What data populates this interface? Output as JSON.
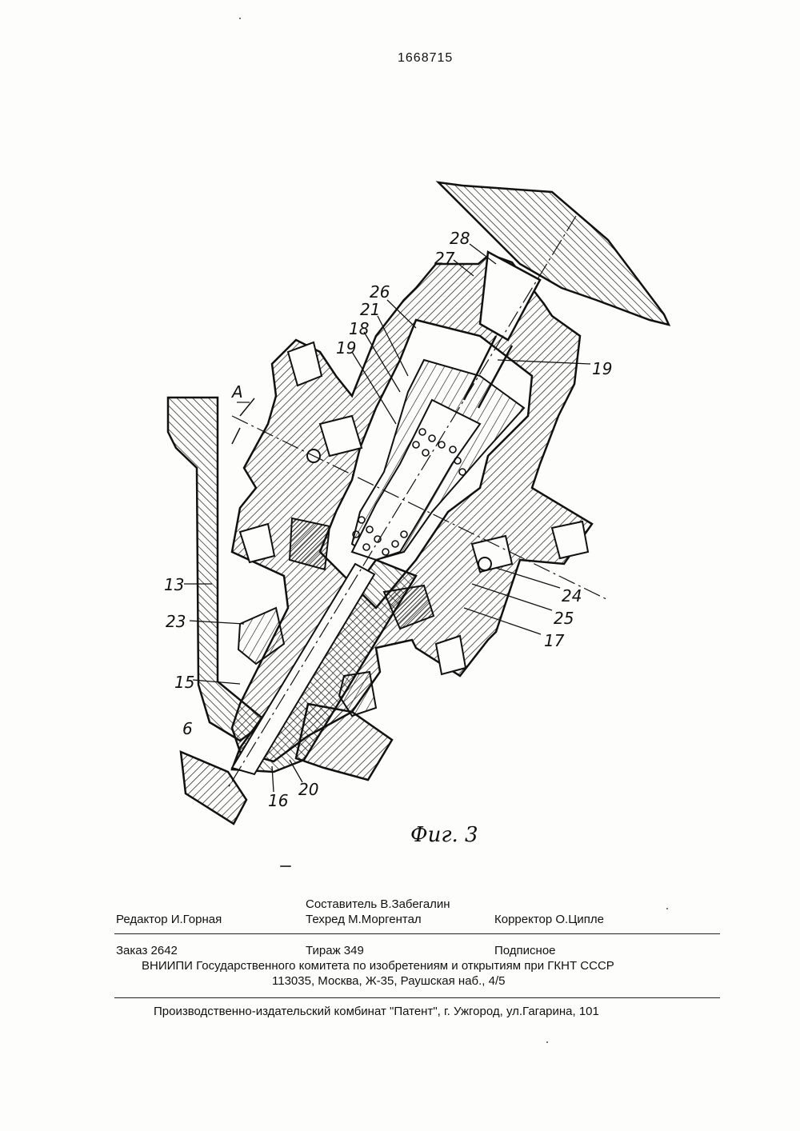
{
  "header": {
    "document_number": "1668715"
  },
  "figure": {
    "caption": "Фиг. 3",
    "callouts": [
      "28",
      "27",
      "26",
      "21",
      "18",
      "19",
      "19",
      "A",
      "13",
      "23",
      "15",
      "6",
      "16",
      "20",
      "24",
      "25",
      "17"
    ]
  },
  "imprint": {
    "compiler": "Составитель В.Забегалин",
    "editor": "Редактор И.Горная",
    "tech_editor": "Техред М.Моргентал",
    "proofreader": "Корректор О.Ципле",
    "order": "Заказ 2642",
    "print_run": "Тираж 349",
    "subscription": "Подписное",
    "publisher": "ВНИИПИ Государственного комитета по изобретениям и открытиям при ГКНТ СССР",
    "address": "113035, Москва, Ж-35, Раушская наб., 4/5",
    "printer": "Производственно-издательский комбинат \"Патент\", г. Ужгород, ул.Гагарина, 101"
  }
}
